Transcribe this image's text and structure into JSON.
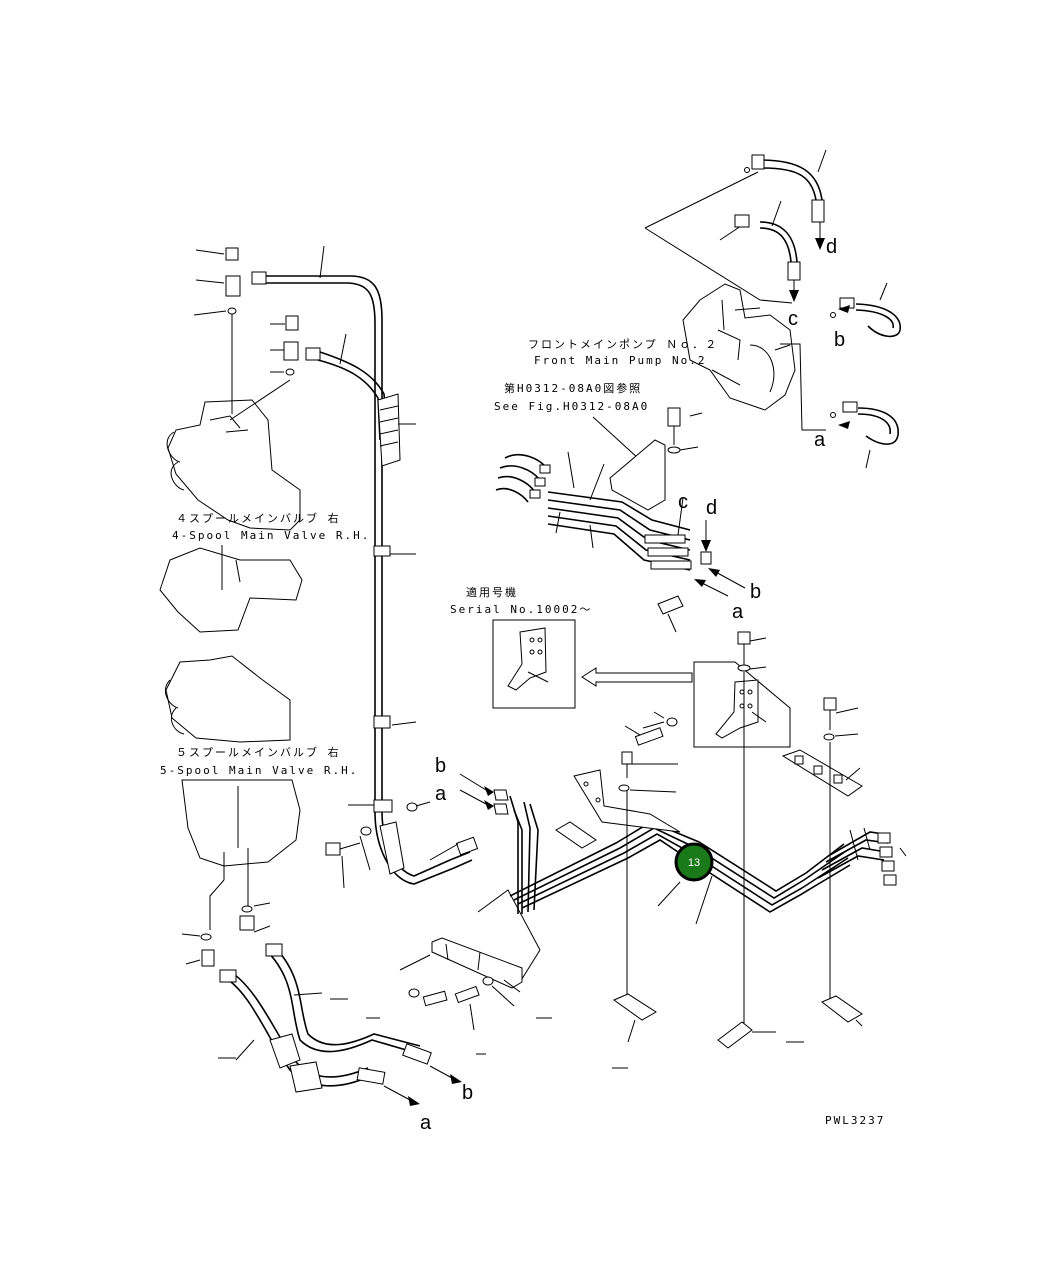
{
  "labels": {
    "front_pump_jp": "フロントメインポンプ Ｎｏ．２",
    "front_pump_en": "Front Main Pump No.2",
    "see_fig_jp": "第H0312-08A0図参照",
    "see_fig_en": "See Fig.H0312-08A0",
    "valve4_jp": "４スプールメインバルブ 右",
    "valve4_en": "4-Spool Main Valve R.H.",
    "valve5_jp": "５スプールメインバルブ 右",
    "valve5_en": "5-Spool Main Valve R.H.",
    "serial_jp": "適用号機",
    "serial_en": "Serial No.10002～",
    "drawing_no": "PWL3237"
  },
  "connectors": {
    "a": "a",
    "b": "b",
    "c": "c",
    "d": "d"
  },
  "marker": {
    "number": "13",
    "color": "#1a7a1a"
  }
}
